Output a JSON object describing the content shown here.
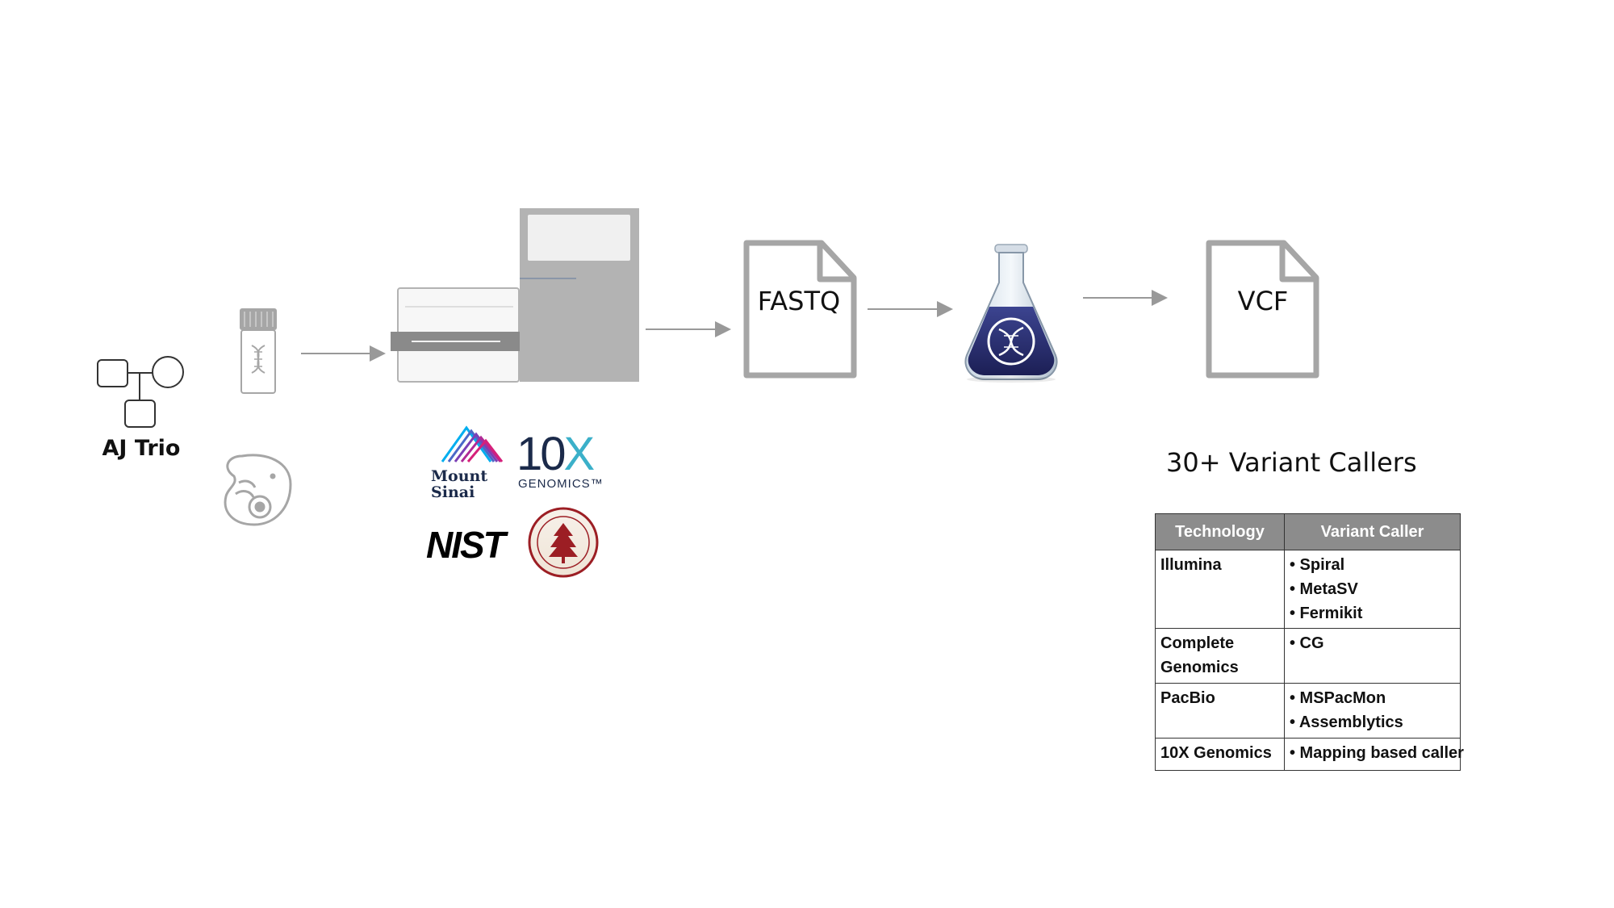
{
  "pedigree": {
    "label": "AJ Trio"
  },
  "sequencing": {
    "logos": {
      "mount_sinai": "Mount Sinai",
      "tenx_big": "10",
      "tenx_x": "X",
      "tenx_sub": "GENOMICS™",
      "nist": "NIST"
    }
  },
  "files": {
    "fastq": "FASTQ",
    "vcf": "VCF"
  },
  "callers": {
    "title": "30+ Variant Callers",
    "table": {
      "headers": [
        "Technology",
        "Variant Caller"
      ],
      "rows": [
        {
          "technology": "Illumina",
          "callers": [
            "• Spiral",
            "• MetaSV",
            "• Fermikit"
          ]
        },
        {
          "technology": "Complete Genomics",
          "callers": [
            "• CG"
          ]
        },
        {
          "technology": "PacBio",
          "callers": [
            "• MSPacMon",
            "• Assemblytics"
          ]
        },
        {
          "technology": "10X Genomics",
          "callers": [
            "• Mapping based caller"
          ]
        }
      ]
    }
  },
  "colors": {
    "icon_gray": "#a6a6a6",
    "arrow_gray": "#999999",
    "table_header": "#8c8c8c",
    "flask_liquid": "#2a2f6e",
    "sinai_magenta": "#d6207a",
    "sinai_cyan": "#00aeef",
    "tenx_cyan": "#3bb0c9",
    "stanford_red": "#9c1e24"
  },
  "icons": {
    "pedigree": "pedigree-icon",
    "sample_tube": "sample-tube-icon",
    "cell": "cell-icon",
    "sequencer": "sequencer-icon",
    "fastq_file": "document-icon",
    "flask": "flask-dna-icon",
    "vcf_file": "document-icon"
  }
}
